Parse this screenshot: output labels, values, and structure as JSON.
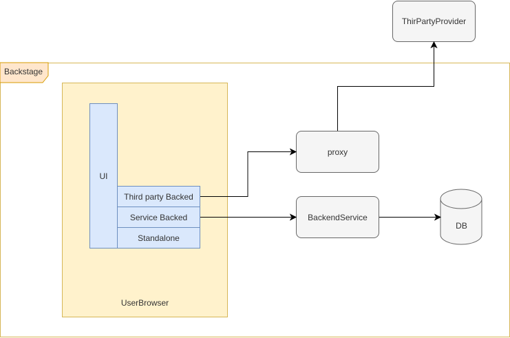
{
  "frame": {
    "label": "Backstage"
  },
  "nodes": {
    "user_browser": "UserBrowser",
    "ui": "UI",
    "third_party_backed": "Third party Backed",
    "service_backed": "Service Backed",
    "standalone": "Standalone",
    "proxy": "proxy",
    "backend_service": "BackendService",
    "db": "DB",
    "third_party_provider": "ThirPartyProvider"
  },
  "colors": {
    "frame_border": "#d6b656",
    "frame_label_bg": "#ffe6cc",
    "browser_fill": "#fff2cc",
    "component_fill": "#dae8fc",
    "component_border": "#6c8ebf",
    "service_fill": "#f5f5f5",
    "service_border": "#666666",
    "arrow": "#000000"
  },
  "edges": [
    {
      "from": "Third party Backed",
      "to": "proxy"
    },
    {
      "from": "Service Backed",
      "to": "BackendService"
    },
    {
      "from": "BackendService",
      "to": "DB"
    },
    {
      "from": "proxy",
      "to": "ThirPartyProvider"
    }
  ]
}
